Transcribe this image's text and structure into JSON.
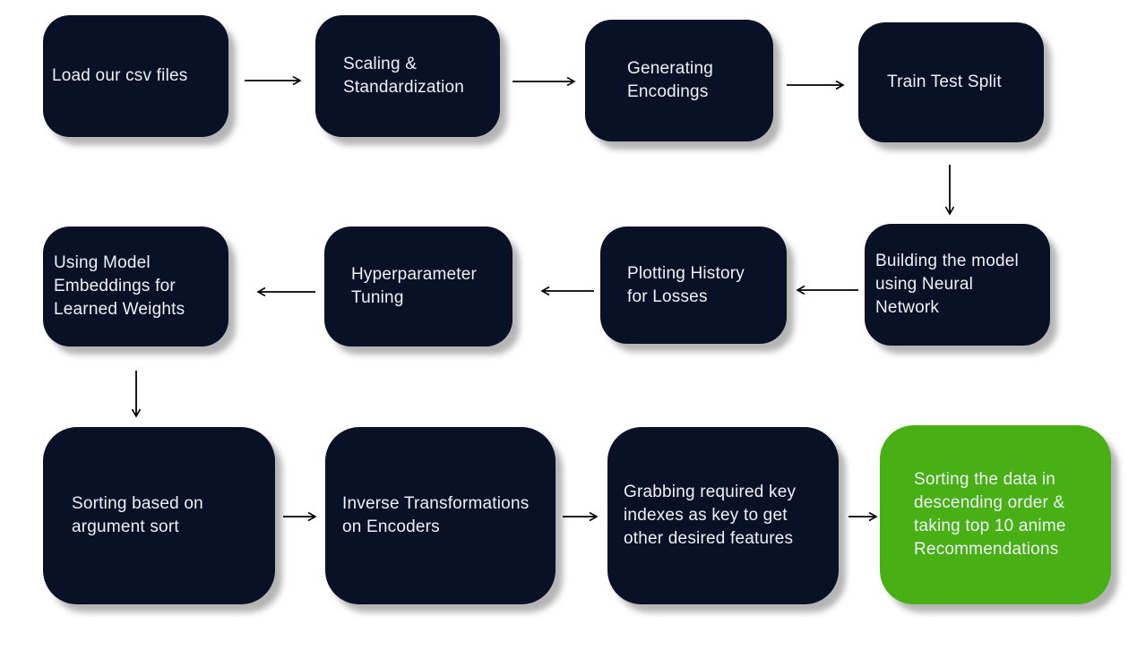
{
  "diagram": {
    "type": "flowchart",
    "background": "#ffffff",
    "colors": {
      "node_fill": "#081126",
      "node_highlight_fill": "#48B014",
      "node_text": "#eef1f6",
      "arrow": "#000000"
    },
    "steps": [
      {
        "id": 1,
        "label": "Load our csv files",
        "variant": "dark"
      },
      {
        "id": 2,
        "label": "Scaling &\nStandardization",
        "variant": "dark"
      },
      {
        "id": 3,
        "label": "Generating\nEncodings",
        "variant": "dark"
      },
      {
        "id": 4,
        "label": "Train Test Split",
        "variant": "dark"
      },
      {
        "id": 5,
        "label": "Building the model\nusing Neural\nNetwork",
        "variant": "dark"
      },
      {
        "id": 6,
        "label": "Plotting History\nfor Losses",
        "variant": "dark"
      },
      {
        "id": 7,
        "label": "Hyperparameter\nTuning",
        "variant": "dark"
      },
      {
        "id": 8,
        "label": "Using Model\nEmbeddings for\nLearned Weights",
        "variant": "dark"
      },
      {
        "id": 9,
        "label": "Sorting based on\nargument sort",
        "variant": "dark"
      },
      {
        "id": 10,
        "label": "Inverse Transformations\n on Encoders",
        "variant": "dark"
      },
      {
        "id": 11,
        "label": "Grabbing required key\nindexes as key to get\nother desired features",
        "variant": "dark"
      },
      {
        "id": 12,
        "label": "Sorting the data in\ndescending order &\ntaking top 10 anime\nRecommendations",
        "variant": "green"
      }
    ],
    "connections": [
      {
        "from": 1,
        "to": 2,
        "direction": "right"
      },
      {
        "from": 2,
        "to": 3,
        "direction": "right"
      },
      {
        "from": 3,
        "to": 4,
        "direction": "right"
      },
      {
        "from": 4,
        "to": 5,
        "direction": "down"
      },
      {
        "from": 5,
        "to": 6,
        "direction": "left"
      },
      {
        "from": 6,
        "to": 7,
        "direction": "left"
      },
      {
        "from": 7,
        "to": 8,
        "direction": "left"
      },
      {
        "from": 8,
        "to": 9,
        "direction": "down"
      },
      {
        "from": 9,
        "to": 10,
        "direction": "right"
      },
      {
        "from": 10,
        "to": 11,
        "direction": "right"
      },
      {
        "from": 11,
        "to": 12,
        "direction": "right"
      }
    ]
  }
}
